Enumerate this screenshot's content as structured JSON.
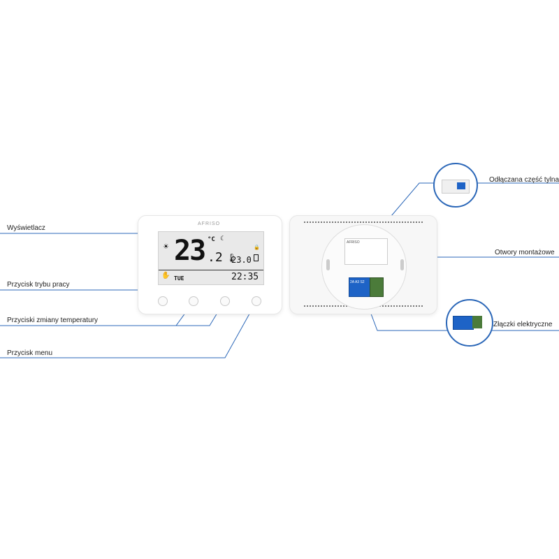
{
  "front": {
    "brand": "AFRISO",
    "temperature": "23",
    "decimal": ".2",
    "unit": "°C",
    "set_temperature": "23.0",
    "day": "TUE",
    "time": "22:35"
  },
  "back": {
    "brand": "AFRISO",
    "terminal_labels": "2A A3 S2"
  },
  "labels": {
    "display": "Wyświetlacz",
    "mode_button": "Przycisk trybu pracy",
    "temp_buttons": "Przyciski zmiany temperatury",
    "menu_button": "Przycisk menu",
    "detachable_back": "Odłączana część tylna",
    "mounting_holes": "Otwory montażowe",
    "connectors": "Złączki elektryczne"
  },
  "colors": {
    "leader_line": "#2b67b8",
    "terminal_block": "#1e63c6"
  }
}
